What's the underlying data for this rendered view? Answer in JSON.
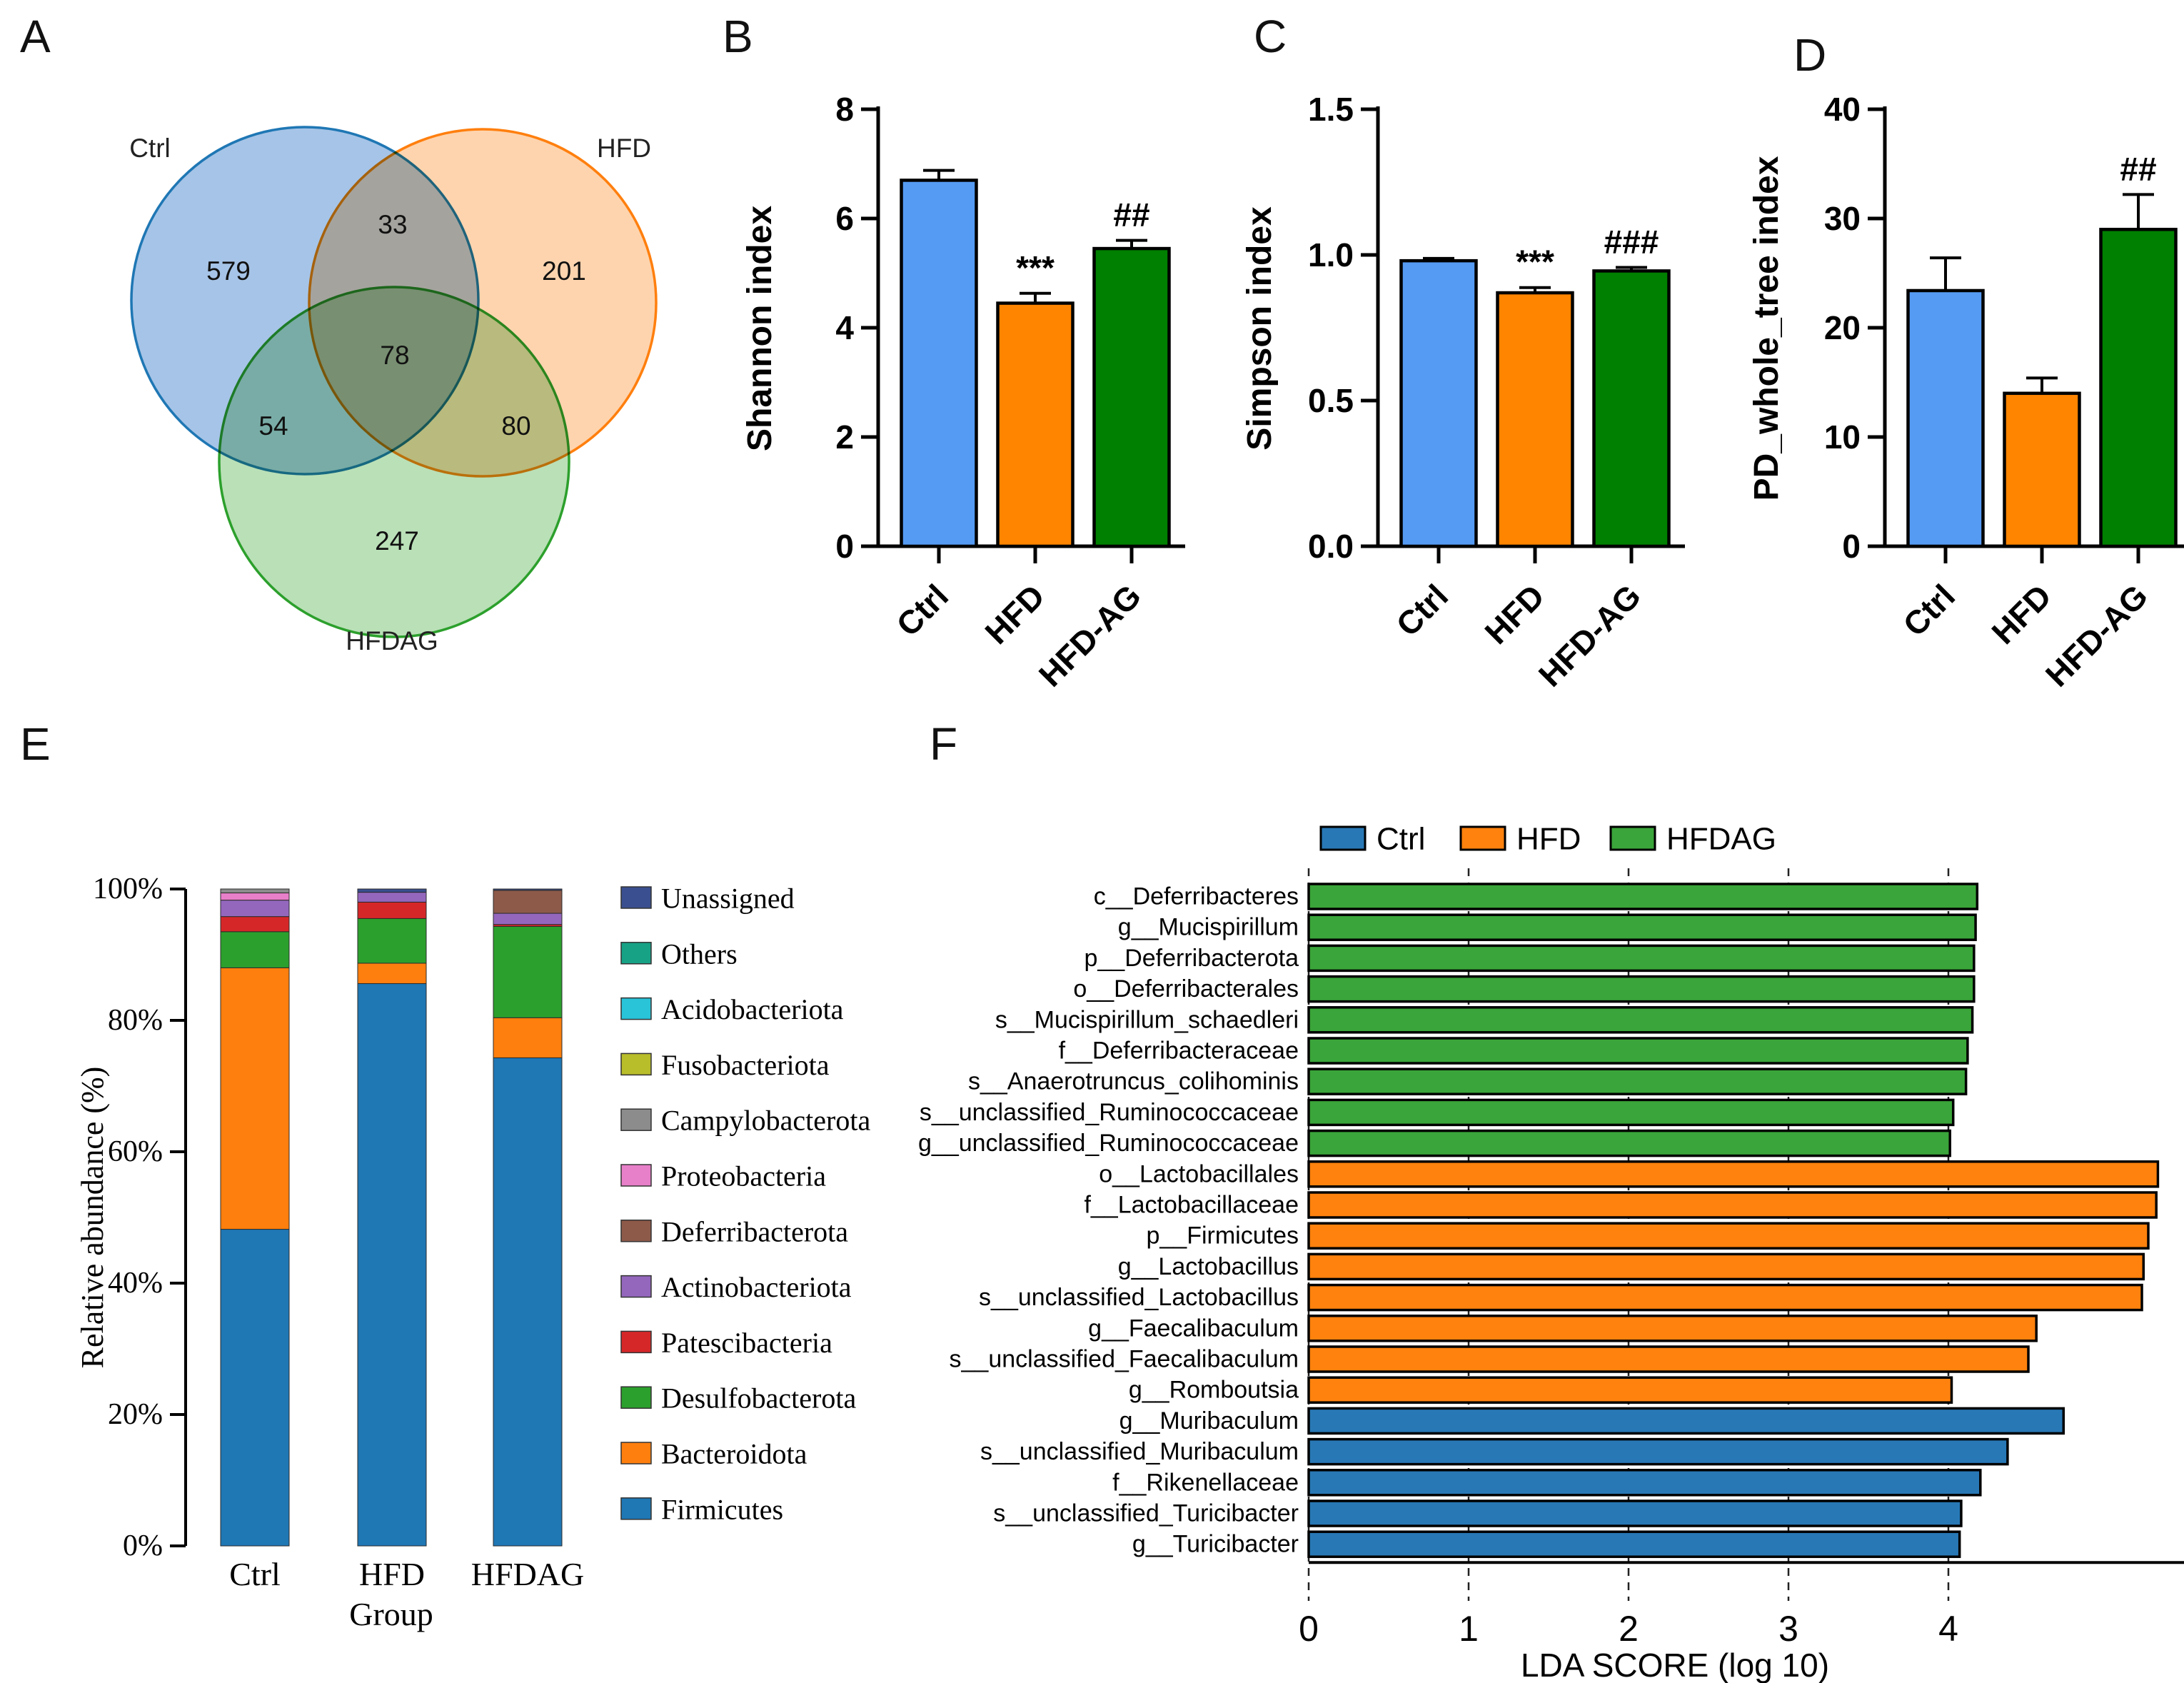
{
  "panels": {
    "a": "A",
    "b": "B",
    "c": "C",
    "d": "D",
    "e": "E",
    "f": "F"
  },
  "venn": {
    "sets": [
      {
        "label": "Ctrl",
        "fill": "#6f9fd8",
        "stroke": "#1f77b4"
      },
      {
        "label": "HFD",
        "fill": "#fdb97d",
        "stroke": "#ff7f0e"
      },
      {
        "label": "HFDAG",
        "fill": "#90cd8a",
        "stroke": "#2ca02c"
      }
    ],
    "counts": [
      {
        "region": "ctrl-only",
        "value": "579"
      },
      {
        "region": "ctrl-hfd",
        "value": "33"
      },
      {
        "region": "hfd-only",
        "value": "201"
      },
      {
        "region": "all-three",
        "value": "78"
      },
      {
        "region": "ctrl-hfdag",
        "value": "54"
      },
      {
        "region": "hfd-hfdag",
        "value": "80"
      },
      {
        "region": "hfdag-only",
        "value": "247"
      }
    ]
  },
  "chart_data": [
    {
      "id": "shannon",
      "type": "bar",
      "panel": "B",
      "title": "",
      "ylabel": "Shannon index",
      "categories": [
        "Ctrl",
        "HFD",
        "HFD-AG"
      ],
      "values": [
        6.7,
        4.45,
        5.45
      ],
      "errors": [
        0.18,
        0.18,
        0.15
      ],
      "annotations": [
        "",
        "***",
        "##"
      ],
      "ylim": [
        0,
        8
      ],
      "yticks": [
        "0",
        "2",
        "4",
        "6",
        "8"
      ],
      "bar_colors": [
        "#559bf3",
        "#ff8400",
        "#008000"
      ]
    },
    {
      "id": "simpson",
      "type": "bar",
      "panel": "C",
      "title": "",
      "ylabel": "Simpson index",
      "categories": [
        "Ctrl",
        "HFD",
        "HFD-AG"
      ],
      "values": [
        0.98,
        0.87,
        0.945
      ],
      "errors": [
        0.008,
        0.018,
        0.012
      ],
      "annotations": [
        "",
        "***",
        "###"
      ],
      "ylim": [
        0,
        1.5
      ],
      "yticks": [
        "0.0",
        "0.5",
        "1.0",
        "1.5"
      ],
      "bar_colors": [
        "#559bf3",
        "#ff8400",
        "#008000"
      ]
    },
    {
      "id": "pd",
      "type": "bar",
      "panel": "D",
      "title": "",
      "ylabel": "PD_whole_tree index",
      "categories": [
        "Ctrl",
        "HFD",
        "HFD-AG"
      ],
      "values": [
        23.4,
        14,
        29
      ],
      "errors": [
        3.0,
        1.4,
        3.2
      ],
      "annotations": [
        "",
        "",
        "##"
      ],
      "ylim": [
        0,
        40
      ],
      "yticks": [
        "0",
        "10",
        "20",
        "30",
        "40"
      ],
      "bar_colors": [
        "#559bf3",
        "#ff8400",
        "#008000"
      ]
    },
    {
      "id": "abundance",
      "type": "stacked_bar",
      "panel": "E",
      "ylabel": "Relative abundance (%)",
      "xlabel": "Group",
      "categories": [
        "Ctrl",
        "HFD",
        "HFDAG"
      ],
      "yticks": [
        "0%",
        "20%",
        "40%",
        "60%",
        "80%",
        "100%"
      ],
      "series": [
        {
          "name": "Firmicutes",
          "color": "#1f77b4",
          "values": [
            48.2,
            85.6,
            74.3
          ]
        },
        {
          "name": "Bacteroidota",
          "color": "#ff7f0e",
          "values": [
            39.8,
            3.1,
            6.1
          ]
        },
        {
          "name": "Desulfobacterota",
          "color": "#2ca02c",
          "values": [
            5.5,
            6.8,
            13.9
          ]
        },
        {
          "name": "Patescibacteria",
          "color": "#d62728",
          "values": [
            2.3,
            2.5,
            0.3
          ]
        },
        {
          "name": "Actinobacteriota",
          "color": "#9467bd",
          "values": [
            2.5,
            1.5,
            1.7
          ]
        },
        {
          "name": "Proteobacteria",
          "color": "#e87fc9",
          "values": [
            1.1,
            0,
            0
          ]
        },
        {
          "name": "Campylobacterota",
          "color": "#8c8c8c",
          "values": [
            0.6,
            0,
            0
          ]
        },
        {
          "name": "Deferribacterota",
          "color": "#8d5a4a",
          "values": [
            0,
            0,
            3.5
          ]
        },
        {
          "name": "Unassigned",
          "color": "#3a4f8f",
          "values": [
            0,
            0.5,
            0.2
          ]
        }
      ],
      "legend_order": [
        "Unassigned",
        "Others",
        "Acidobacteriota",
        "Fusobacteriota",
        "Campylobacterota",
        "Proteobacteria",
        "Deferribacterota",
        "Actinobacteriota",
        "Patescibacteria",
        "Desulfobacterota",
        "Bacteroidota",
        "Firmicutes"
      ],
      "legend_colors": {
        "Unassigned": "#3a4f8f",
        "Others": "#17a286",
        "Acidobacteriota": "#29c4d8",
        "Fusobacteriota": "#b8bd2a",
        "Campylobacterota": "#8c8c8c",
        "Proteobacteria": "#e87fc9",
        "Deferribacterota": "#8d5a4a",
        "Actinobacteriota": "#9467bd",
        "Patescibacteria": "#d62728",
        "Desulfobacterota": "#2ca02c",
        "Bacteroidota": "#ff7f0e",
        "Firmicutes": "#1f77b4"
      }
    },
    {
      "id": "lda",
      "type": "hbar",
      "panel": "F",
      "xlabel": "LDA SCORE (log 10)",
      "xticks": [
        "0",
        "1",
        "2",
        "3",
        "4"
      ],
      "xlim": [
        0,
        5.45
      ],
      "legend": [
        {
          "label": "Ctrl",
          "color": "#2878b5"
        },
        {
          "label": "HFD",
          "color": "#ff820e"
        },
        {
          "label": "HFDAG",
          "color": "#3aa53a"
        }
      ],
      "bars": [
        {
          "label": "c__Deferribacteres",
          "group": "HFDAG",
          "value": 4.18
        },
        {
          "label": "g__Mucispirillum",
          "group": "HFDAG",
          "value": 4.17
        },
        {
          "label": "p__Deferribacterota",
          "group": "HFDAG",
          "value": 4.16
        },
        {
          "label": "o__Deferribacterales",
          "group": "HFDAG",
          "value": 4.16
        },
        {
          "label": "s__Mucispirillum_schaedleri",
          "group": "HFDAG",
          "value": 4.15
        },
        {
          "label": "f__Deferribacteraceae",
          "group": "HFDAG",
          "value": 4.12
        },
        {
          "label": "s__Anaerotruncus_colihominis",
          "group": "HFDAG",
          "value": 4.11
        },
        {
          "label": "s__unclassified_Ruminococcaceae",
          "group": "HFDAG",
          "value": 4.03
        },
        {
          "label": "g__unclassified_Ruminococcaceae",
          "group": "HFDAG",
          "value": 4.01
        },
        {
          "label": "o__Lactobacillales",
          "group": "HFD",
          "value": 5.31
        },
        {
          "label": "f__Lactobacillaceae",
          "group": "HFD",
          "value": 5.3
        },
        {
          "label": "p__Firmicutes",
          "group": "HFD",
          "value": 5.25
        },
        {
          "label": "g__Lactobacillus",
          "group": "HFD",
          "value": 5.22
        },
        {
          "label": "s__unclassified_Lactobacillus",
          "group": "HFD",
          "value": 5.21
        },
        {
          "label": "g__Faecalibaculum",
          "group": "HFD",
          "value": 4.55
        },
        {
          "label": "s__unclassified_Faecalibaculum",
          "group": "HFD",
          "value": 4.5
        },
        {
          "label": "g__Romboutsia",
          "group": "HFD",
          "value": 4.02
        },
        {
          "label": "g__Muribaculum",
          "group": "Ctrl",
          "value": 4.72
        },
        {
          "label": "s__unclassified_Muribaculum",
          "group": "Ctrl",
          "value": 4.37
        },
        {
          "label": "f__Rikenellaceae",
          "group": "Ctrl",
          "value": 4.2
        },
        {
          "label": "s__unclassified_Turicibacter",
          "group": "Ctrl",
          "value": 4.08
        },
        {
          "label": "g__Turicibacter",
          "group": "Ctrl",
          "value": 4.07
        }
      ]
    }
  ]
}
